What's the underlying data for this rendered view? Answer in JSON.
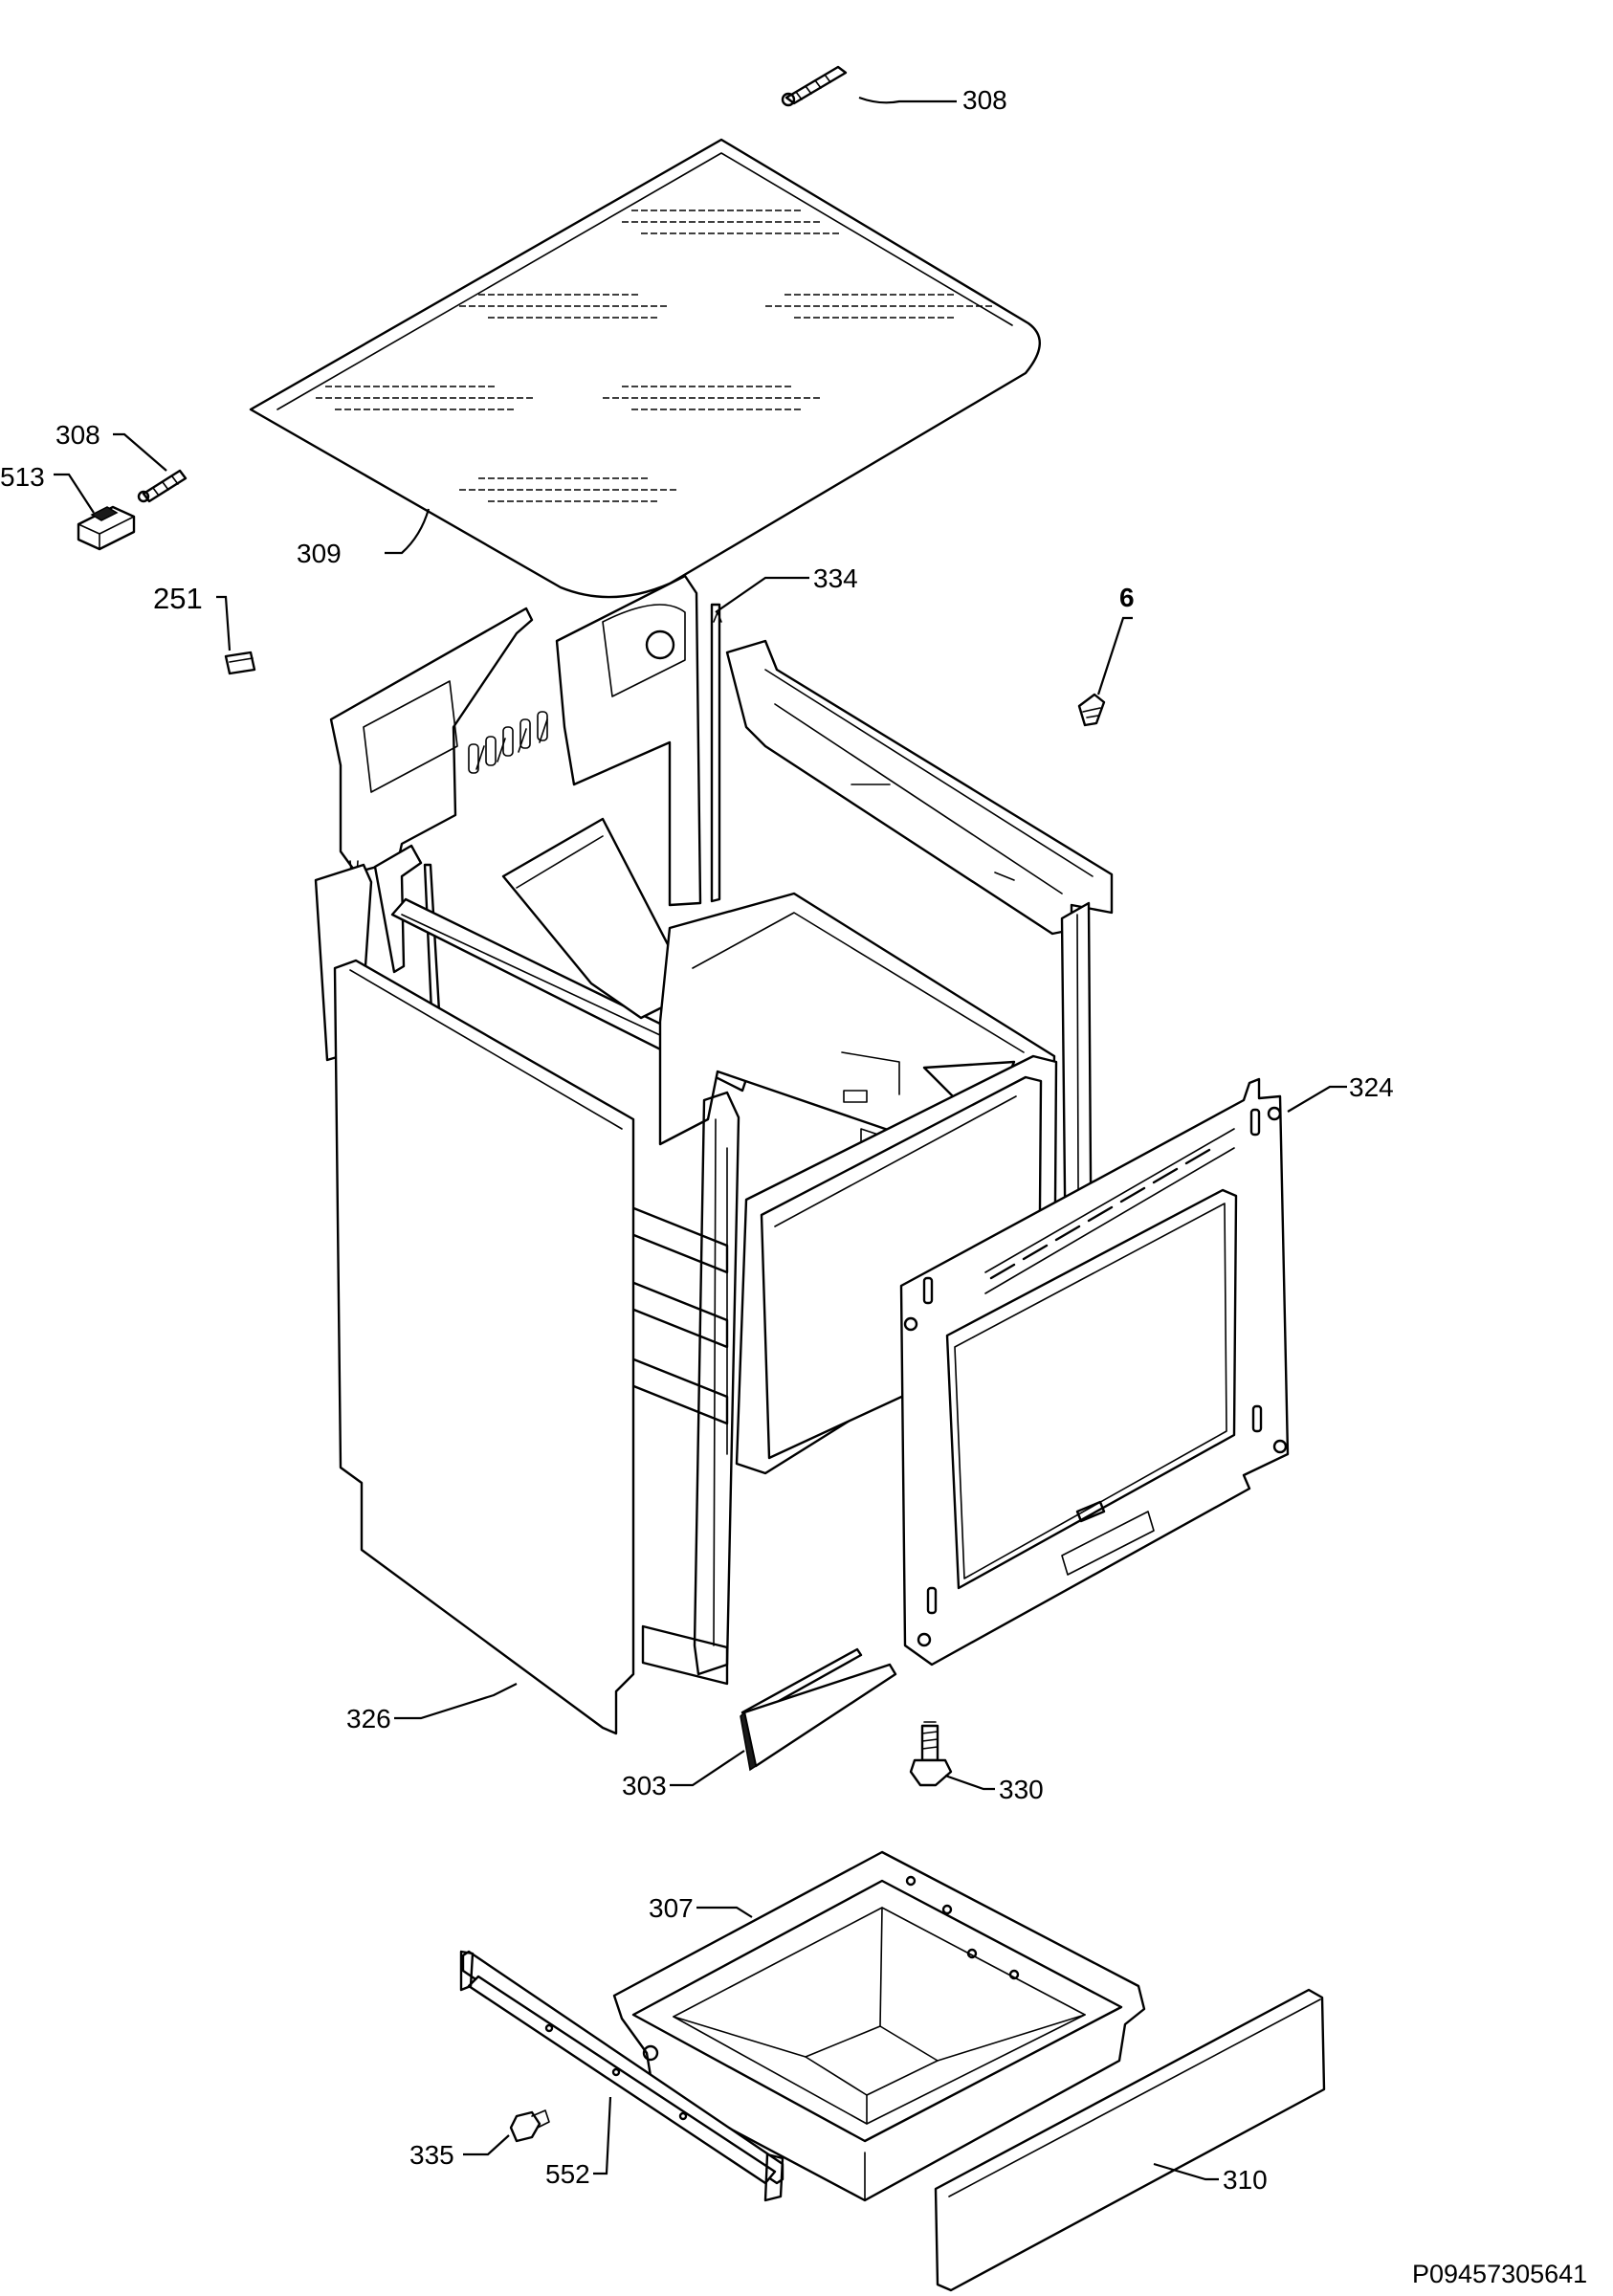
{
  "diagram_ref": "P09457305641",
  "parts": {
    "top_screw": "308",
    "side_screw": "308",
    "bracket": "513",
    "cover_plate": "309",
    "clip": "251",
    "back_panel": "334",
    "clamp": "6",
    "door_frame": "324",
    "side_panel": "326",
    "strip": "303",
    "adjustable_foot": "330",
    "drawer": "307",
    "drawer_front": "310",
    "screw": "335",
    "runner": "552"
  }
}
